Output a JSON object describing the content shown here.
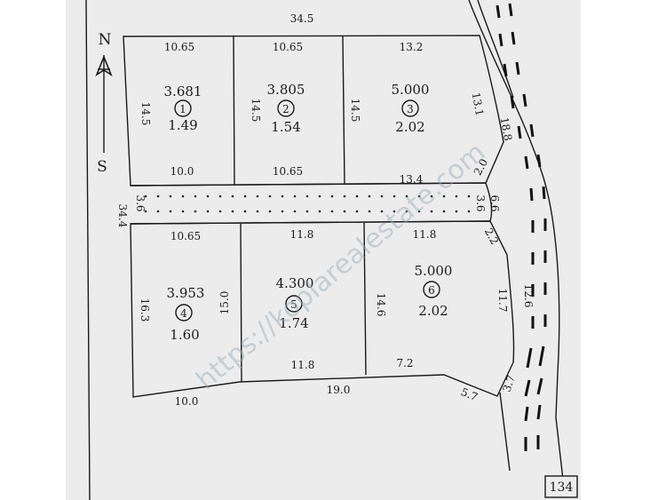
{
  "compass": {
    "north": "N",
    "south": "S"
  },
  "watermark": "https://koplarealestate.com",
  "page_number": "134",
  "plots": [
    {
      "id": "1",
      "area": "3.681",
      "value": "1.49"
    },
    {
      "id": "2",
      "area": "3.805",
      "value": "1.54"
    },
    {
      "id": "3",
      "area": "5.000",
      "value": "2.02"
    },
    {
      "id": "4",
      "area": "3.953",
      "value": "1.60"
    },
    {
      "id": "5",
      "area": "4.300",
      "value": "1.74"
    },
    {
      "id": "6",
      "area": "5.000",
      "value": "2.02"
    }
  ],
  "dimensions": {
    "top_total": "34.5",
    "p1_top": "10.65",
    "p2_top": "10.65",
    "p3_top": "13.2",
    "p1_left": "14.5",
    "p2_left": "14.5",
    "p3_left": "14.5",
    "p3_right": "13.1",
    "road_side_upper": "18.8",
    "p1_bottom": "10.0",
    "p2_bottom": "10.65",
    "p3_bottom": "13.4",
    "p3_corner": "2.0",
    "path_left": "3.6",
    "path_right": "3.6",
    "path_end": "6.6",
    "left_total": "34.4",
    "p6_corner": "2.2",
    "p4_top": "10.65",
    "p5_top": "11.8",
    "p6_top": "11.8",
    "p4_left": "16.3",
    "p5_left": "15.0",
    "p6_left": "14.6",
    "p6_right": "11.7",
    "road_side_lower": "12.6",
    "p5_bottom": "11.8",
    "p6_bottom": "7.2",
    "p4_bottom": "10.0",
    "bottom_mid": "19.0",
    "bottom_corner": "5.7",
    "bottom_right": "3.7"
  }
}
